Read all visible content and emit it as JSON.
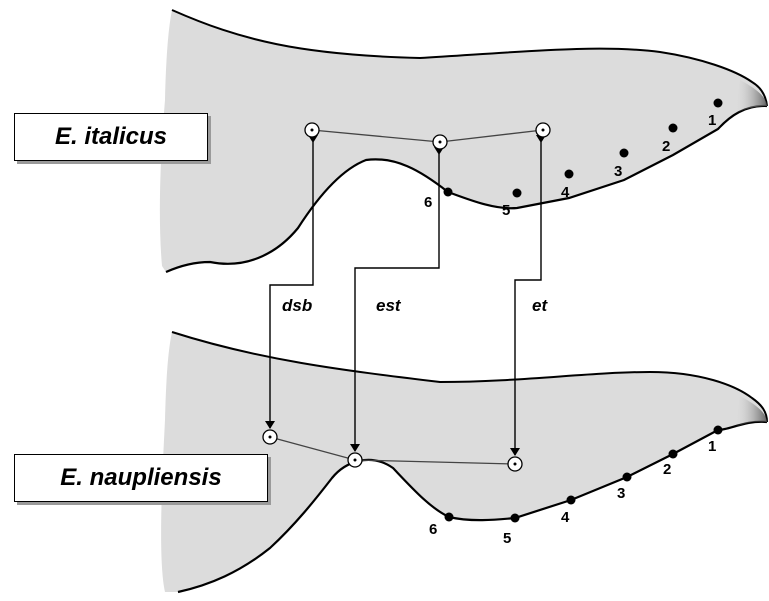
{
  "species": {
    "top": "E. italicus",
    "bottom": "E. naupliensis"
  },
  "arrow_labels": {
    "dsb": "dsb",
    "est": "est",
    "et": "et"
  },
  "landmark_numbers": [
    "1",
    "2",
    "3",
    "4",
    "5",
    "6"
  ],
  "colors": {
    "fill": "#dcdcdc",
    "outline": "#000000",
    "connector": "#444444"
  }
}
